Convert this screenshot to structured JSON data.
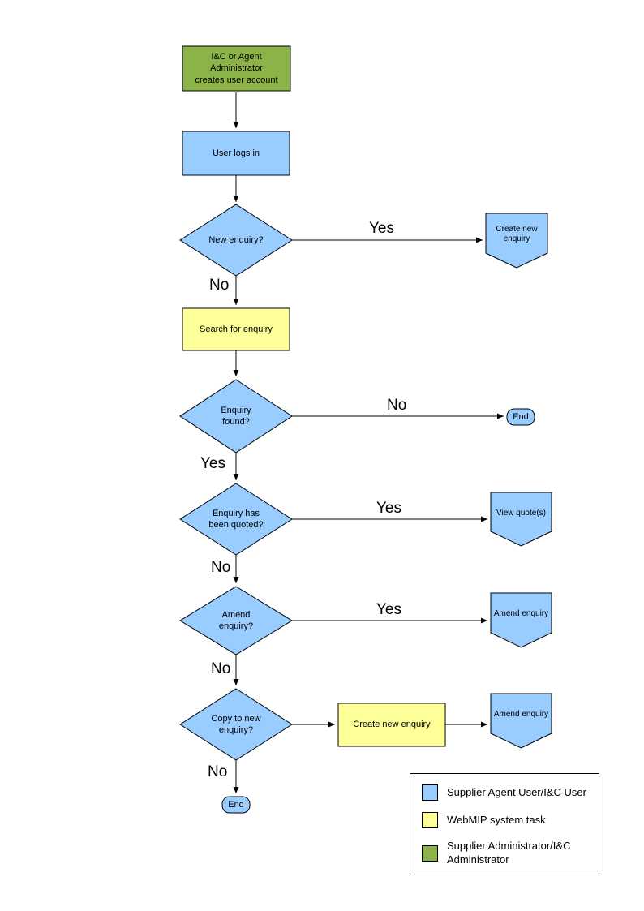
{
  "colors": {
    "user_task": "#99CCFF",
    "system_task": "#FFFF99",
    "admin_task": "#8CB348",
    "outline": "#000000"
  },
  "nodes": {
    "create_account": {
      "label": "I&C or Agent Administrator\ncreates user account"
    },
    "user_logs_in": {
      "label": "User logs in"
    },
    "new_enquiry": {
      "label": "New enquiry?"
    },
    "create_new_enquiry_top": {
      "label": "Create new\nenquiry"
    },
    "search_for_enquiry": {
      "label": "Search for enquiry"
    },
    "enquiry_found": {
      "label": "Enquiry\nfound?"
    },
    "end_right": {
      "label": "End"
    },
    "enquiry_quoted": {
      "label": "Enquiry has\nbeen quoted?"
    },
    "view_quotes": {
      "label": "View quote(s)"
    },
    "amend_enquiry_q": {
      "label": "Amend\nenquiry?"
    },
    "amend_enquiry_1": {
      "label": "Amend enquiry"
    },
    "copy_to_new": {
      "label": "Copy to new\nenquiry?"
    },
    "create_new_enquiry_mid": {
      "label": "Create new enquiry"
    },
    "amend_enquiry_2": {
      "label": "Amend enquiry"
    },
    "end_bottom": {
      "label": "End"
    }
  },
  "edge_labels": {
    "new_enquiry_yes": "Yes",
    "new_enquiry_no": "No",
    "enquiry_found_no": "No",
    "enquiry_found_yes": "Yes",
    "quoted_yes": "Yes",
    "quoted_no": "No",
    "amend_yes": "Yes",
    "amend_no": "No",
    "copy_no": "No"
  },
  "legend": {
    "items": [
      {
        "label": "Supplier Agent User/I&C User",
        "color": "#99CCFF"
      },
      {
        "label": "WebMIP system task",
        "color": "#FFFF99"
      },
      {
        "label": "Supplier Administrator/I&C\nAdministrator",
        "color": "#8CB348"
      }
    ]
  }
}
